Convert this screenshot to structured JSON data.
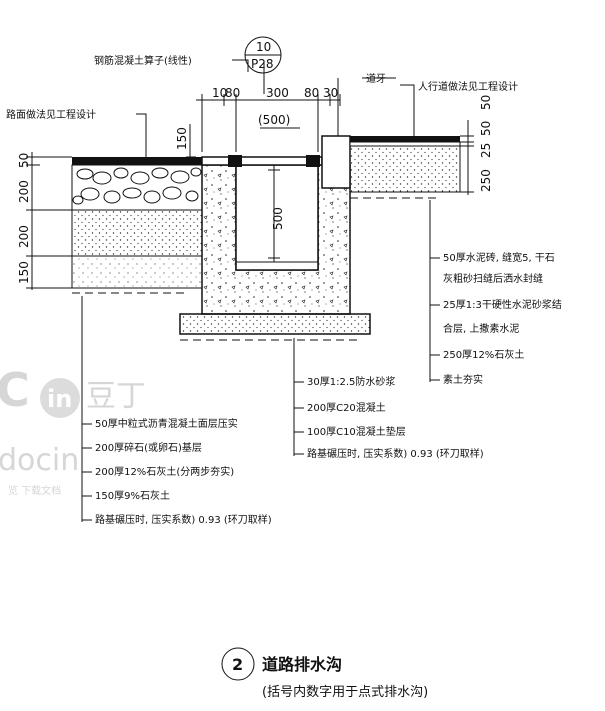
{
  "top_labels": {
    "grate": "钢筋混凝土算子(线性)",
    "ref_top": "10",
    "ref_bottom": "P28",
    "curb": "道牙",
    "sidewalk": "人行道做法见工程设计",
    "road": "路面做法见工程设计"
  },
  "dimensions": {
    "top_row": [
      "10",
      "80",
      "300",
      "80",
      "30"
    ],
    "bracket": "(500)",
    "grate_depth": "150",
    "trench_depth": "500",
    "left_stack": [
      "50",
      "200",
      "200",
      "150"
    ],
    "right_stack": [
      "50",
      "25",
      "50",
      "250"
    ]
  },
  "right_notes": [
    "50厚水泥砖, 缝宽5, 干石",
    "灰粗砂扫缝后洒水封缝",
    "25厚1:3干硬性水泥砂浆结",
    "合层, 上撒素水泥",
    "250厚12%石灰土",
    "素土夯实"
  ],
  "middle_notes": [
    "30厚1:2.5防水砂浆",
    "200厚C20混凝土",
    "100厚C10混凝土垫层",
    "路基碾压时, 压实系数) 0.93 (环刀取样)"
  ],
  "left_notes": [
    "50厚中粒式沥青混凝土面层压实",
    "200厚碎石(或卵石)基层",
    "200厚12%石灰土(分两步夯实)",
    "150厚9%石灰土",
    "路基碾压时, 压实系数) 0.93 (环刀取样)"
  ],
  "title": {
    "number": "2",
    "main": "道路排水沟",
    "sub": "(括号内数字用于点式排水沟)"
  },
  "watermark": {
    "brand_a": "C",
    "brand_b": "in",
    "brand_c": "豆丁",
    "site": "docin",
    "suffix": "览 下载文档"
  }
}
